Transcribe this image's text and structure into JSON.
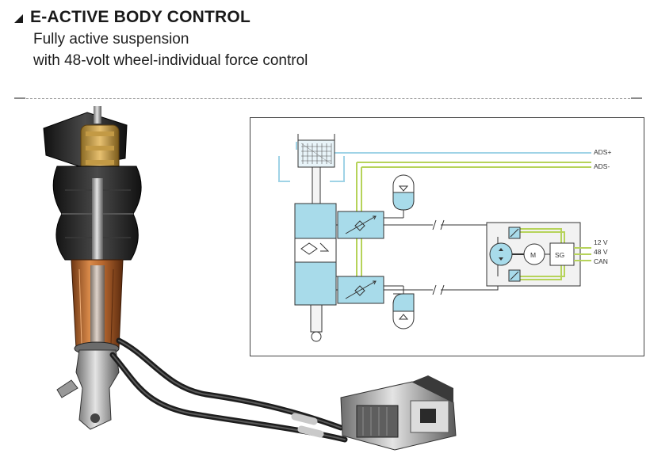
{
  "header": {
    "title": "E-ACTIVE BODY CONTROL",
    "subtitle_line1": "Fully active suspension",
    "subtitle_line2": "with 48-volt wheel-individual force control"
  },
  "schematic": {
    "line_labels": {
      "ads_plus": "ADS+",
      "ads_minus": "ADS-"
    },
    "pump_unit": {
      "motor": "M",
      "control_unit": "SG"
    },
    "power_labels": {
      "v12": "12 V",
      "v48": "48 V",
      "can": "CAN"
    }
  },
  "colors": {
    "hydraulic_fill": "#a8dbea",
    "hydraulic_stroke": "#3aa8c9",
    "signal_green": "#b6d35a",
    "signal_blue": "#9fd3e6",
    "strut_bellows": "#2a2a2a",
    "strut_body": "#b8682f"
  }
}
